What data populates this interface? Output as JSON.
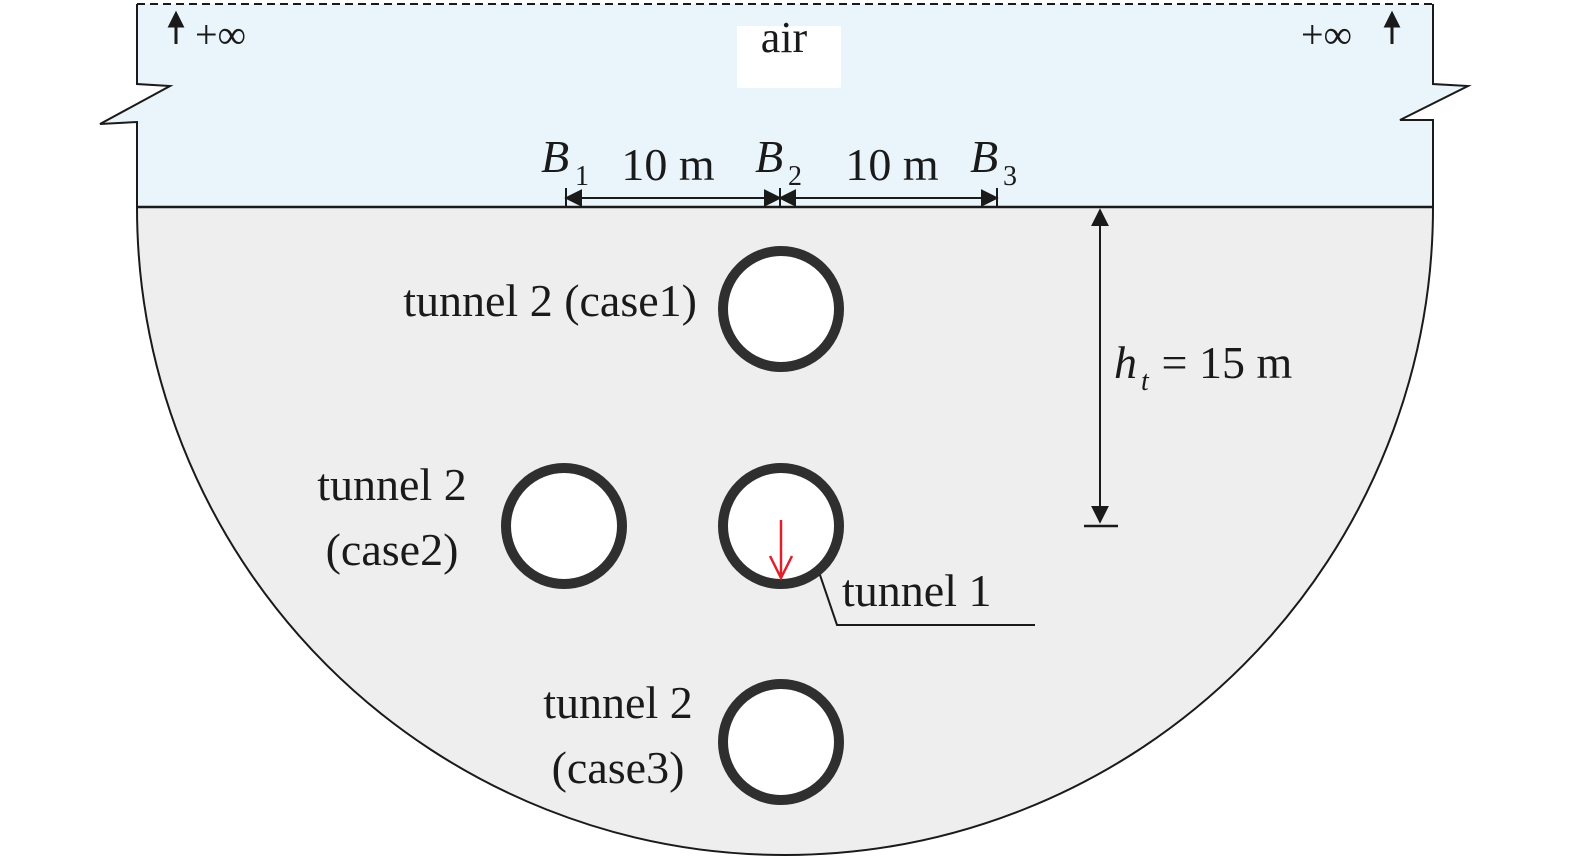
{
  "air_label": "air",
  "infinity_label": "+∞",
  "colors": {
    "air": "#eaf4fb",
    "soil": "#eeeeee",
    "outline": "#1a1a1a",
    "tunnel_ring": "#2f2f2f",
    "excavation_arrow": "#e0202a"
  },
  "surface_points": [
    {
      "letter": "B",
      "subscript": "1"
    },
    {
      "letter": "B",
      "subscript": "2"
    },
    {
      "letter": "B",
      "subscript": "3"
    }
  ],
  "spacing_labels": [
    "10 m",
    "10 m"
  ],
  "depth_label": {
    "symbol": "h",
    "subscript": "t",
    "value": " = 15 m"
  },
  "tunnels": {
    "case1": {
      "line1": "tunnel 2 (case1)"
    },
    "case2": {
      "line1": "tunnel 2",
      "line2": "(case2)"
    },
    "case3": {
      "line1": "tunnel 2",
      "line2": "(case3)"
    },
    "tunnel1": {
      "label": "tunnel 1"
    }
  }
}
